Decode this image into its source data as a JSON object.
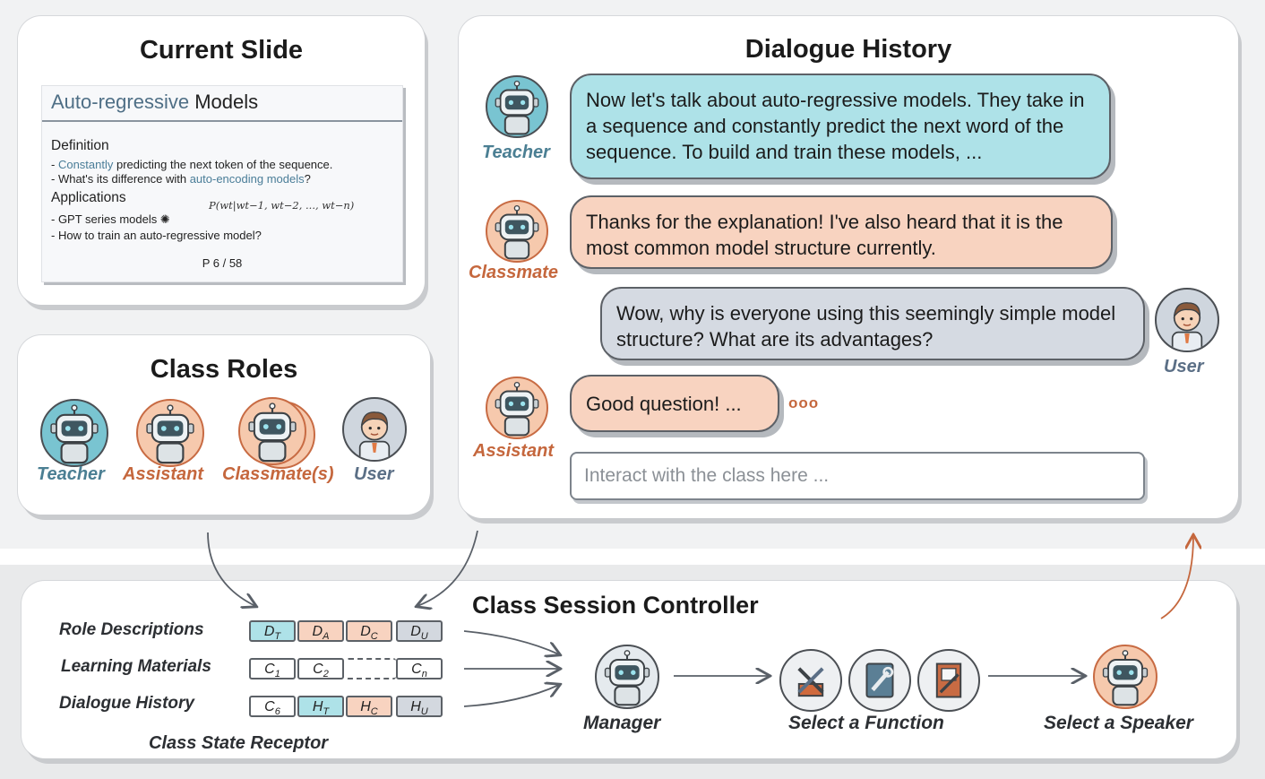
{
  "current_slide": {
    "heading": "Current Slide",
    "slide": {
      "title_highlight": "Auto-regressive",
      "title_rest": " Models",
      "definition_label": "Definition",
      "line1_hl": "Constantly",
      "line1_rest": " predicting the next token of the sequence.",
      "line2_pre": "- What's its difference with ",
      "line2_hl": "auto-encoding models",
      "line2_post": "?",
      "applications_label": "Applications",
      "formula": "P(wt|wt−1, wt−2, ..., wt−n)",
      "line3": "- GPT series models",
      "line4": "- How to train an auto-regressive model?",
      "page": "P 6 / 58"
    }
  },
  "class_roles": {
    "heading": "Class Roles",
    "roles": [
      {
        "label": "Teacher"
      },
      {
        "label": "Assistant"
      },
      {
        "label": "Classmate(s)"
      },
      {
        "label": "User"
      }
    ]
  },
  "dialogue": {
    "heading": "Dialogue History",
    "messages": [
      {
        "speaker": "Teacher",
        "text": "Now let's talk about auto-regressive models. They take in a sequence and constantly predict the next word of the sequence. To build and train these models, ..."
      },
      {
        "speaker": "Classmate",
        "text": "Thanks for the explanation! I've also heard that it is the most common model structure currently."
      },
      {
        "speaker": "User",
        "text": "Wow, why is everyone using this seemingly simple model structure? What are its advantages?"
      },
      {
        "speaker": "Assistant",
        "text": "Good question! ..."
      }
    ],
    "typing_dots": "ooo",
    "input_placeholder": "Interact with the class here ..."
  },
  "controller": {
    "heading": "Class Session Controller",
    "receptor_label": "Class State Receptor",
    "rows": [
      {
        "label": "Role Descriptions",
        "cells": [
          "DT",
          "DA",
          "DC",
          "DU"
        ]
      },
      {
        "label": "Learning Materials",
        "cells": [
          "C1",
          "C2",
          "Cn"
        ]
      },
      {
        "label": "Dialogue History",
        "cells": [
          "C6",
          "HT",
          "HC",
          "HU"
        ]
      }
    ],
    "manager_label": "Manager",
    "function_label": "Select a Function",
    "speaker_label": "Select a Speaker"
  },
  "colors": {
    "teacher": "#79c4d1",
    "orange": "#c5673d",
    "user": "#cfd6de"
  },
  "icons": [
    "robot-teacher-icon",
    "robot-assistant-icon",
    "robot-classmate-icon",
    "user-boy-icon",
    "robot-manager-icon",
    "tools-icon",
    "wrench-book-icon",
    "door-tool-icon"
  ]
}
